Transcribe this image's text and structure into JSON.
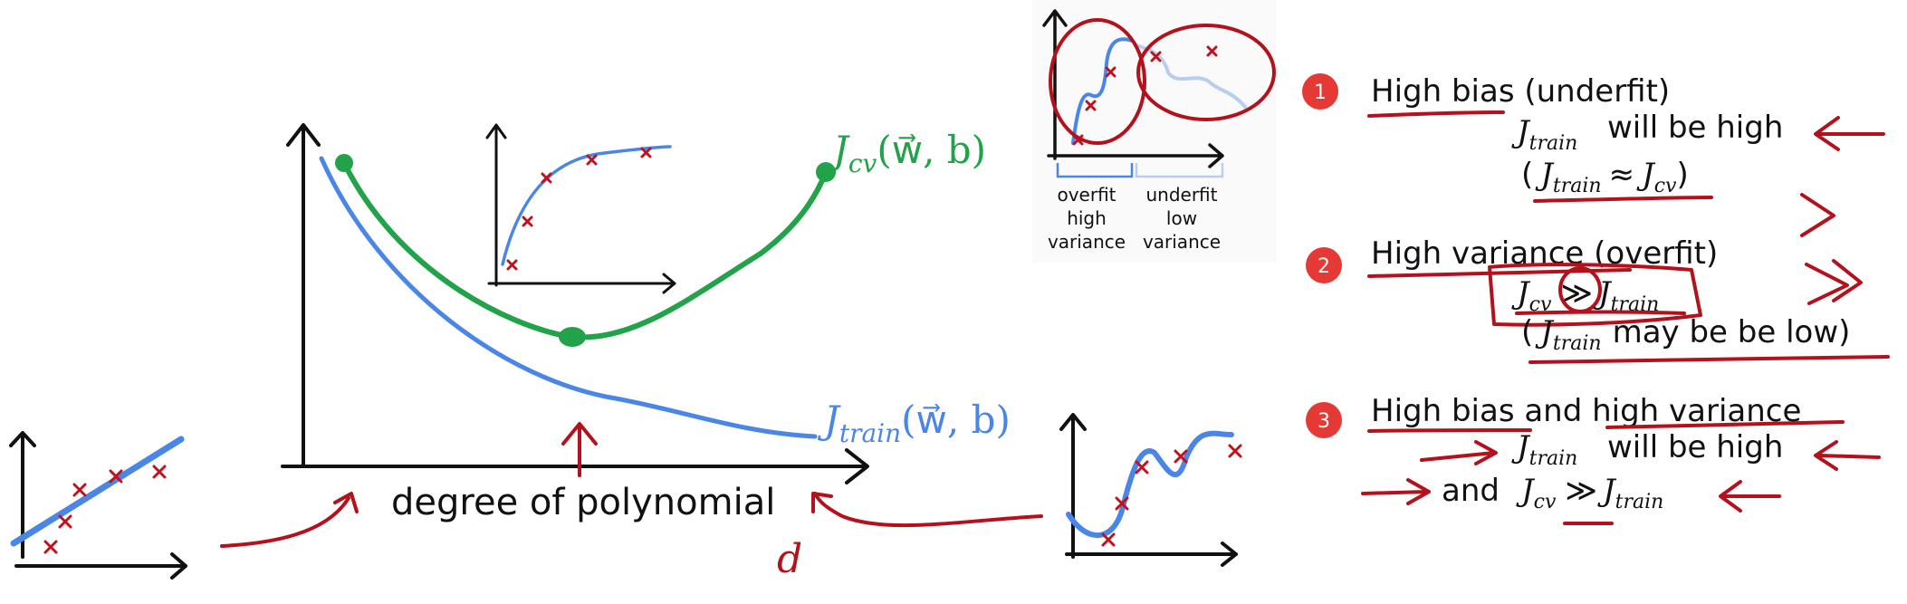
{
  "main_plot": {
    "x_axis_label": "degree of polynomial",
    "d_label": "d",
    "jcv_label": "J",
    "jcv_sub": "cv",
    "jtrain_label": "J",
    "jtrain_sub": "train",
    "args": "(w⃗, b)"
  },
  "corner_plot": {
    "left_label_1": "overfit",
    "left_label_2": "high",
    "left_label_3": "variance",
    "right_label_1": "underfit",
    "right_label_2": "low",
    "right_label_3": "variance"
  },
  "cases": [
    {
      "number": "1",
      "heading": "High bias (underfit)",
      "line1": "will be high",
      "line2_open": "(",
      "line2_close": ")"
    },
    {
      "number": "2",
      "heading": "High variance (overfit)",
      "line2_text": "may be be low)",
      "line2_open": "("
    },
    {
      "number": "3",
      "heading": "High bias and high variance",
      "line1": "will be high",
      "line2_and": "and"
    }
  ],
  "symbols": {
    "J": "J",
    "train": "train",
    "cv": "cv",
    "approx": "≈",
    "much_greater": "≫"
  },
  "colors": {
    "annotation_red": "#b3121c",
    "badge_red": "#e53935",
    "train_blue": "#4a86e8",
    "cv_green": "#22a34a"
  }
}
